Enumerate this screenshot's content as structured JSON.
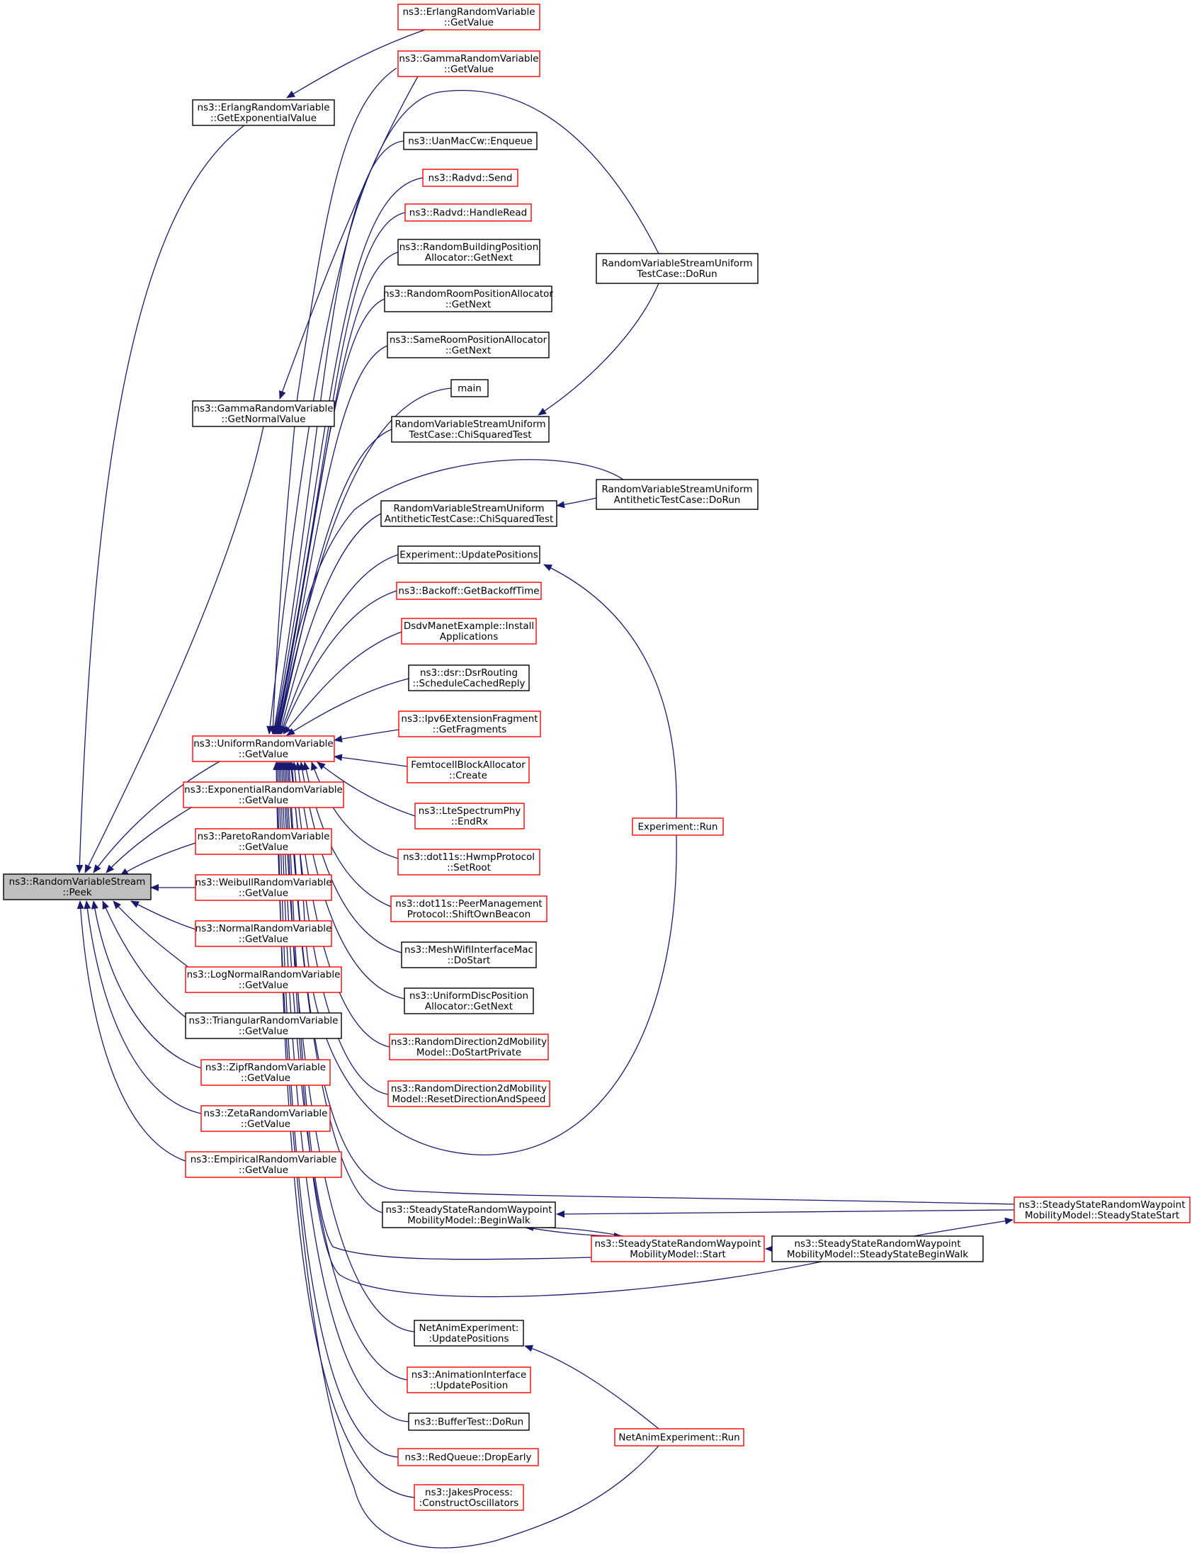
{
  "graph": {
    "title": "",
    "arrow_color": "#191970",
    "root_fill": "#bfbfbf",
    "nodes": [
      {
        "id": "peek",
        "lines": [
          "ns3::RandomVariableStream",
          "::Peek"
        ],
        "style": "root"
      },
      {
        "id": "erlang_exp",
        "lines": [
          "ns3::ErlangRandomVariable",
          "::GetExponentialValue"
        ],
        "style": "black"
      },
      {
        "id": "gamma_normal",
        "lines": [
          "ns3::GammaRandomVariable",
          "::GetNormalValue"
        ],
        "style": "black"
      },
      {
        "id": "uniform_get",
        "lines": [
          "ns3::UniformRandomVariable",
          "::GetValue"
        ],
        "style": "red"
      },
      {
        "id": "exponential_get",
        "lines": [
          "ns3::ExponentialRandomVariable",
          "::GetValue"
        ],
        "style": "red"
      },
      {
        "id": "pareto_get",
        "lines": [
          "ns3::ParetoRandomVariable",
          "::GetValue"
        ],
        "style": "red"
      },
      {
        "id": "weibull_get",
        "lines": [
          "ns3::WeibullRandomVariable",
          "::GetValue"
        ],
        "style": "red"
      },
      {
        "id": "normal_get",
        "lines": [
          "ns3::NormalRandomVariable",
          "::GetValue"
        ],
        "style": "red"
      },
      {
        "id": "lognormal_get",
        "lines": [
          "ns3::LogNormalRandomVariable",
          "::GetValue"
        ],
        "style": "red"
      },
      {
        "id": "triangular_get",
        "lines": [
          "ns3::TriangularRandomVariable",
          "::GetValue"
        ],
        "style": "black"
      },
      {
        "id": "zipf_get",
        "lines": [
          "ns3::ZipfRandomVariable",
          "::GetValue"
        ],
        "style": "red"
      },
      {
        "id": "zeta_get",
        "lines": [
          "ns3::ZetaRandomVariable",
          "::GetValue"
        ],
        "style": "red"
      },
      {
        "id": "empirical_get",
        "lines": [
          "ns3::EmpiricalRandomVariable",
          "::GetValue"
        ],
        "style": "red"
      },
      {
        "id": "erlang_get",
        "lines": [
          "ns3::ErlangRandomVariable",
          "::GetValue"
        ],
        "style": "red"
      },
      {
        "id": "gamma_get",
        "lines": [
          "ns3::GammaRandomVariable",
          "::GetValue"
        ],
        "style": "red"
      },
      {
        "id": "uanmaccw",
        "lines": [
          "ns3::UanMacCw::Enqueue"
        ],
        "style": "black"
      },
      {
        "id": "radvd_send",
        "lines": [
          "ns3::Radvd::Send"
        ],
        "style": "red"
      },
      {
        "id": "radvd_read",
        "lines": [
          "ns3::Radvd::HandleRead"
        ],
        "style": "red"
      },
      {
        "id": "rbpa",
        "lines": [
          "ns3::RandomBuildingPosition",
          "Allocator::GetNext"
        ],
        "style": "black"
      },
      {
        "id": "rrpa",
        "lines": [
          "ns3::RandomRoomPositionAllocator",
          "::GetNext"
        ],
        "style": "black"
      },
      {
        "id": "srpa",
        "lines": [
          "ns3::SameRoomPositionAllocator",
          "::GetNext"
        ],
        "style": "black"
      },
      {
        "id": "main",
        "lines": [
          "main"
        ],
        "style": "black"
      },
      {
        "id": "rvsu_chi",
        "lines": [
          "RandomVariableStreamUniform",
          "TestCase::ChiSquaredTest"
        ],
        "style": "black"
      },
      {
        "id": "rvsua_chi",
        "lines": [
          "RandomVariableStreamUniform",
          "AntitheticTestCase::ChiSquaredTest"
        ],
        "style": "black"
      },
      {
        "id": "exp_update",
        "lines": [
          "Experiment::UpdatePositions"
        ],
        "style": "black"
      },
      {
        "id": "backoff",
        "lines": [
          "ns3::Backoff::GetBackoffTime"
        ],
        "style": "red"
      },
      {
        "id": "dsdv",
        "lines": [
          "DsdvManetExample::Install",
          "Applications"
        ],
        "style": "red"
      },
      {
        "id": "dsr",
        "lines": [
          "ns3::dsr::DsrRouting",
          "::ScheduleCachedReply"
        ],
        "style": "black"
      },
      {
        "id": "ipv6frag",
        "lines": [
          "ns3::Ipv6ExtensionFragment",
          "::GetFragments"
        ],
        "style": "red"
      },
      {
        "id": "femto",
        "lines": [
          "FemtocellBlockAllocator",
          "::Create"
        ],
        "style": "red"
      },
      {
        "id": "lte",
        "lines": [
          "ns3::LteSpectrumPhy",
          "::EndRx"
        ],
        "style": "red"
      },
      {
        "id": "hwmp",
        "lines": [
          "ns3::dot11s::HwmpProtocol",
          "::SetRoot"
        ],
        "style": "red"
      },
      {
        "id": "peermgmt",
        "lines": [
          "ns3::dot11s::PeerManagement",
          "Protocol::ShiftOwnBeacon"
        ],
        "style": "red"
      },
      {
        "id": "meshwifi",
        "lines": [
          "ns3::MeshWifiInterfaceMac",
          "::DoStart"
        ],
        "style": "black"
      },
      {
        "id": "udpa",
        "lines": [
          "ns3::UniformDiscPosition",
          "Allocator::GetNext"
        ],
        "style": "black"
      },
      {
        "id": "rd2d_start",
        "lines": [
          "ns3::RandomDirection2dMobility",
          "Model::DoStartPrivate"
        ],
        "style": "red"
      },
      {
        "id": "rd2d_reset",
        "lines": [
          "ns3::RandomDirection2dMobility",
          "Model::ResetDirectionAndSpeed"
        ],
        "style": "red"
      },
      {
        "id": "sss_begin",
        "lines": [
          "ns3::SteadyStateRandomWaypoint",
          "MobilityModel::BeginWalk"
        ],
        "style": "black"
      },
      {
        "id": "sss_start",
        "lines": [
          "ns3::SteadyStateRandomWaypoint",
          "MobilityModel::Start"
        ],
        "style": "red"
      },
      {
        "id": "netanim_update",
        "lines": [
          "NetAnimExperiment:",
          ":UpdatePositions"
        ],
        "style": "black"
      },
      {
        "id": "anim_update",
        "lines": [
          "ns3::AnimationInterface",
          "::UpdatePosition"
        ],
        "style": "red"
      },
      {
        "id": "buffertest",
        "lines": [
          "ns3::BufferTest::DoRun"
        ],
        "style": "black"
      },
      {
        "id": "redqueue",
        "lines": [
          "ns3::RedQueue::DropEarly"
        ],
        "style": "red"
      },
      {
        "id": "jakes",
        "lines": [
          "ns3::JakesProcess:",
          ":ConstructOscillators"
        ],
        "style": "red"
      },
      {
        "id": "rvsu_dorun",
        "lines": [
          "RandomVariableStreamUniform",
          "TestCase::DoRun"
        ],
        "style": "black"
      },
      {
        "id": "rvsua_dorun",
        "lines": [
          "RandomVariableStreamUniform",
          "AntitheticTestCase::DoRun"
        ],
        "style": "black"
      },
      {
        "id": "exp_run",
        "lines": [
          "Experiment::Run"
        ],
        "style": "red"
      },
      {
        "id": "sss_steadystart",
        "lines": [
          "ns3::SteadyStateRandomWaypoint",
          "MobilityModel::SteadyStateStart"
        ],
        "style": "red"
      },
      {
        "id": "sss_steadybegin",
        "lines": [
          "ns3::SteadyStateRandomWaypoint",
          "MobilityModel::SteadyStateBeginWalk"
        ],
        "style": "black"
      },
      {
        "id": "netanim_run",
        "lines": [
          "NetAnimExperiment::Run"
        ],
        "style": "red"
      }
    ],
    "edges": [
      [
        "erlang_exp",
        "peek"
      ],
      [
        "gamma_normal",
        "peek"
      ],
      [
        "uniform_get",
        "peek"
      ],
      [
        "exponential_get",
        "peek"
      ],
      [
        "pareto_get",
        "peek"
      ],
      [
        "weibull_get",
        "peek"
      ],
      [
        "normal_get",
        "peek"
      ],
      [
        "lognormal_get",
        "peek"
      ],
      [
        "triangular_get",
        "peek"
      ],
      [
        "zipf_get",
        "peek"
      ],
      [
        "zeta_get",
        "peek"
      ],
      [
        "empirical_get",
        "peek"
      ],
      [
        "erlang_get",
        "erlang_exp"
      ],
      [
        "gamma_get",
        "gamma_normal"
      ],
      [
        "gamma_get",
        "uniform_get"
      ],
      [
        "rvsu_dorun",
        "uniform_get"
      ],
      [
        "uanmaccw",
        "uniform_get"
      ],
      [
        "radvd_send",
        "uniform_get"
      ],
      [
        "radvd_read",
        "uniform_get"
      ],
      [
        "rbpa",
        "uniform_get"
      ],
      [
        "rrpa",
        "uniform_get"
      ],
      [
        "srpa",
        "uniform_get"
      ],
      [
        "main",
        "uniform_get"
      ],
      [
        "rvsu_chi",
        "uniform_get"
      ],
      [
        "rvsua_dorun",
        "uniform_get"
      ],
      [
        "rvsua_chi",
        "uniform_get"
      ],
      [
        "exp_update",
        "uniform_get"
      ],
      [
        "backoff",
        "uniform_get"
      ],
      [
        "dsdv",
        "uniform_get"
      ],
      [
        "dsr",
        "uniform_get"
      ],
      [
        "ipv6frag",
        "uniform_get"
      ],
      [
        "femto",
        "uniform_get"
      ],
      [
        "lte",
        "uniform_get"
      ],
      [
        "hwmp",
        "uniform_get"
      ],
      [
        "peermgmt",
        "uniform_get"
      ],
      [
        "meshwifi",
        "uniform_get"
      ],
      [
        "udpa",
        "uniform_get"
      ],
      [
        "rd2d_start",
        "uniform_get"
      ],
      [
        "rd2d_reset",
        "uniform_get"
      ],
      [
        "exp_run",
        "uniform_get"
      ],
      [
        "sss_steadystart",
        "uniform_get"
      ],
      [
        "sss_begin",
        "uniform_get"
      ],
      [
        "sss_start",
        "uniform_get"
      ],
      [
        "sss_steadybegin",
        "uniform_get"
      ],
      [
        "netanim_update",
        "uniform_get"
      ],
      [
        "anim_update",
        "uniform_get"
      ],
      [
        "buffertest",
        "uniform_get"
      ],
      [
        "redqueue",
        "uniform_get"
      ],
      [
        "jakes",
        "uniform_get"
      ],
      [
        "netanim_run",
        "uniform_get"
      ],
      [
        "rvsu_dorun",
        "rvsu_chi"
      ],
      [
        "rvsua_dorun",
        "rvsua_chi"
      ],
      [
        "exp_run",
        "exp_update"
      ],
      [
        "sss_steadystart",
        "sss_begin"
      ],
      [
        "sss_start",
        "sss_begin"
      ],
      [
        "sss_begin",
        "sss_start"
      ],
      [
        "sss_steadybegin",
        "sss_start"
      ],
      [
        "sss_steadybegin",
        "sss_steadystart"
      ],
      [
        "netanim_run",
        "netanim_update"
      ]
    ]
  }
}
